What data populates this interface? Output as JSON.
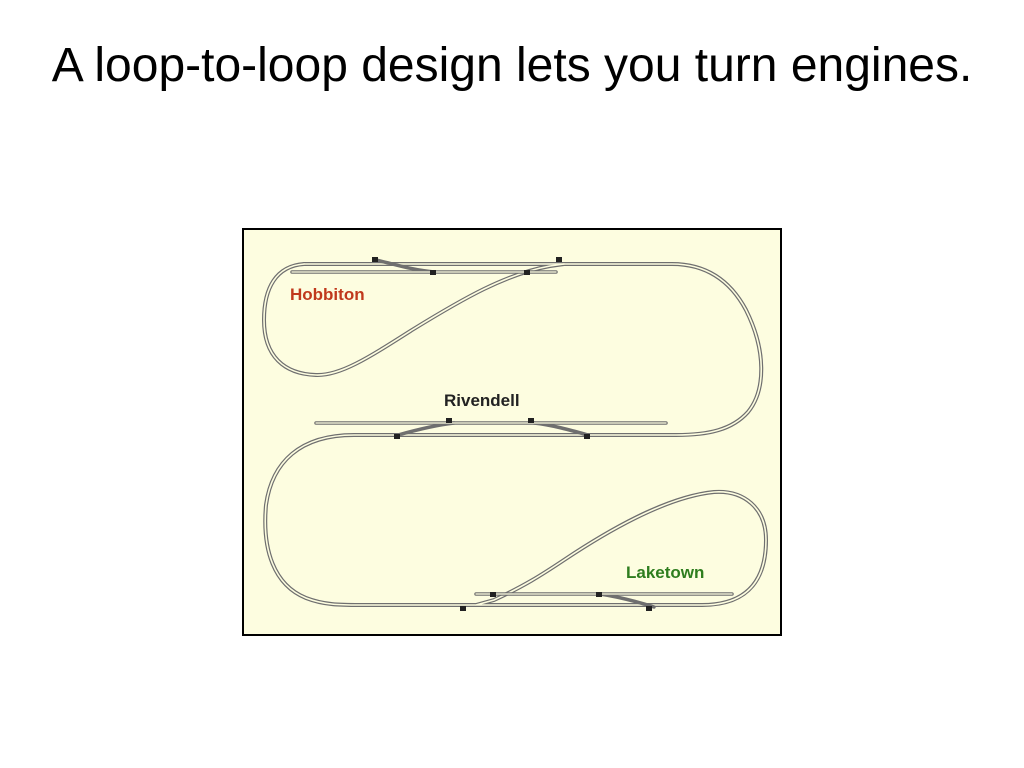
{
  "slide": {
    "title": "A loop-to-loop design lets you turn engines."
  },
  "diagram": {
    "labels": {
      "hobbiton": "Hobbiton",
      "rivendell": "Rivendell",
      "laketown": "Laketown"
    },
    "colors": {
      "background": "#fdfde0",
      "track": "#6f6f6f",
      "hobbiton": "#c0391c",
      "rivendell": "#222222",
      "laketown": "#2e7d1e"
    }
  }
}
